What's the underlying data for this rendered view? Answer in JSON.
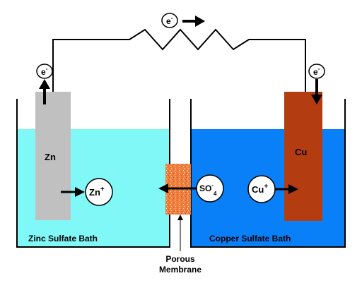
{
  "electrodes": {
    "zinc": {
      "label": "Zn",
      "color": "#c0c0c0"
    },
    "copper": {
      "label": "Cu",
      "color": "#b33d10"
    }
  },
  "baths": {
    "zinc": {
      "label": "Zinc Sulfate Bath",
      "color": "#80f8f8"
    },
    "copper": {
      "label": "Copper Sulfate Bath",
      "color": "#0a80f8"
    }
  },
  "ions": {
    "zinc": {
      "symbol": "Zn",
      "charge": "+"
    },
    "copper": {
      "symbol": "Cu",
      "charge": "+"
    },
    "sulfate": {
      "symbol": "SO",
      "subscript": "4",
      "charge": "-"
    }
  },
  "electron": {
    "symbol": "e",
    "charge": "-"
  },
  "membrane": {
    "label_line1": "Porous",
    "label_line2": "Membrane",
    "color": "#f08040"
  },
  "colors": {
    "wire": "#000000",
    "outline": "#000000"
  }
}
